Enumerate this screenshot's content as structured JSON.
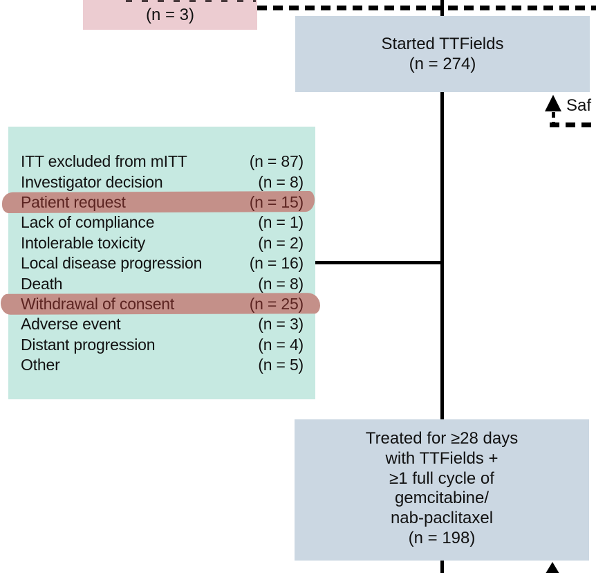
{
  "palette": {
    "box_pink": "#ecccd1",
    "box_blue": "#cbd7e2",
    "box_teal": "#c6e9e1",
    "highlight": "#c49089",
    "highlight_text": "#5c2421",
    "line": "#000000",
    "text": "#111111"
  },
  "top_left_box": {
    "count": "(n = 3)"
  },
  "started_box": {
    "line1": "Started TTFields",
    "line2": "(n = 274)"
  },
  "safety_label": "Saf",
  "excluded_box": {
    "rows": [
      {
        "label": "ITT excluded from mITT",
        "value": "(n = 87)",
        "highlighted": false
      },
      {
        "label": "Investigator decision",
        "value": "(n = 8)",
        "highlighted": false
      },
      {
        "label": "Patient request",
        "value": "(n = 15)",
        "highlighted": true
      },
      {
        "label": "Lack of compliance",
        "value": "(n = 1)",
        "highlighted": false
      },
      {
        "label": "Intolerable toxicity",
        "value": "(n = 2)",
        "highlighted": false
      },
      {
        "label": "Local disease progression",
        "value": "(n = 16)",
        "highlighted": false
      },
      {
        "label": "Death",
        "value": "(n = 8)",
        "highlighted": false
      },
      {
        "label": "Withdrawal of consent",
        "value": "(n = 25)",
        "highlighted": true
      },
      {
        "label": "Adverse event",
        "value": "(n = 3)",
        "highlighted": false
      },
      {
        "label": "Distant progression",
        "value": "(n = 4)",
        "highlighted": false
      },
      {
        "label": "Other",
        "value": "(n = 5)",
        "highlighted": false
      }
    ]
  },
  "treated_box": {
    "lines": [
      "Treated for ≥28 days",
      "with TTFields +",
      "≥1 full cycle of",
      "gemcitabine/",
      "nab-paclitaxel",
      "(n = 198)"
    ]
  }
}
